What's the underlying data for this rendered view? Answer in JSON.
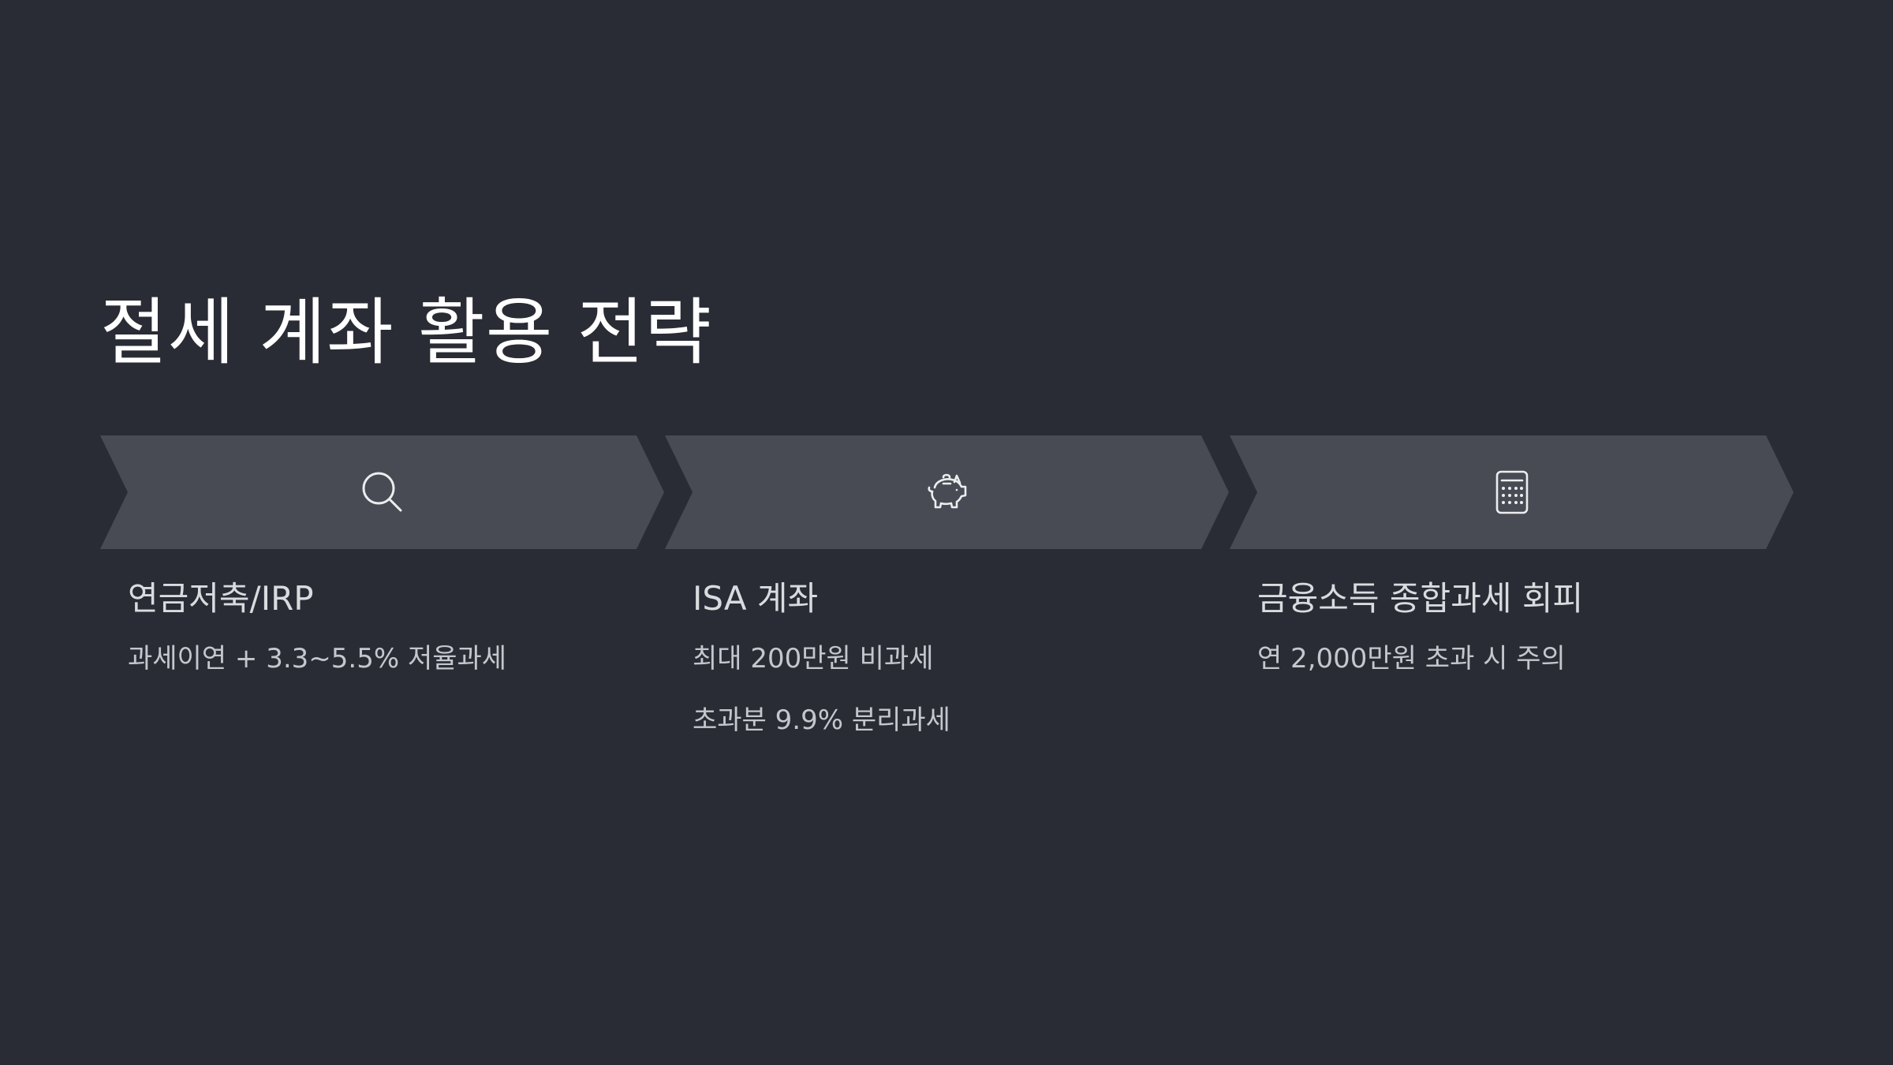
{
  "slide": {
    "title": "절세 계좌 활용 전략",
    "background_color": "#292c34",
    "chevron_color": "#484b53",
    "steps": [
      {
        "icon": "search-icon",
        "title": "연금저축/IRP",
        "details": [
          "과세이연 + 3.3~5.5% 저율과세"
        ]
      },
      {
        "icon": "piggy-bank-icon",
        "title": "ISA 계좌",
        "details": [
          "최대 200만원 비과세",
          "초과분 9.9% 분리과세"
        ]
      },
      {
        "icon": "calculator-icon",
        "title": "금융소득 종합과세 회피",
        "details": [
          "연 2,000만원 초과 시 주의"
        ]
      }
    ]
  }
}
